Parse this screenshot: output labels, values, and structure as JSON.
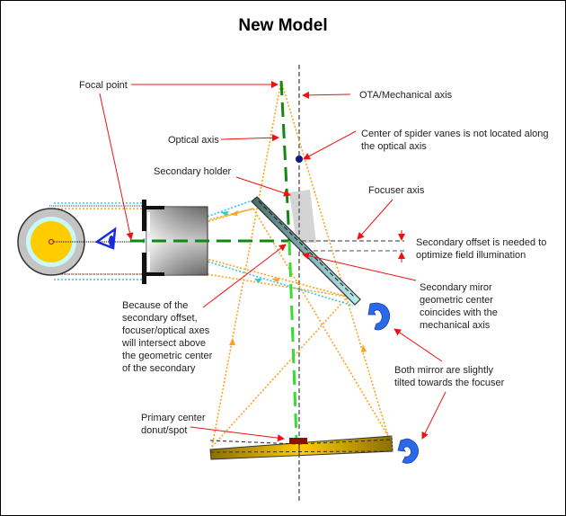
{
  "title": "New Model",
  "labels": {
    "focal_point": "Focal point",
    "ota_axis": "OTA/Mechanical axis",
    "optical_axis": "Optical axis",
    "spider_center": "Center of spider vanes is not located along\nthe optical axis",
    "secondary_holder": "Secondary holder",
    "focuser_axis": "Focuser axis",
    "secondary_offset": "Secondary offset is needed to\noptimize field illumination",
    "secondary_center": "Secondary miror\ngeometric center\ncoincides with the\nmechanical axis",
    "intersect_note": "Because of the\nsecondary offset,\nfocuser/optical axes\nwill intersect above\nthe geometric center\nof the secondary",
    "mirrors_tilted": "Both mirror are slightly\ntilted towards the focuser",
    "primary_center": "Primary center\ndonut/spot"
  },
  "colors": {
    "annotation_arrow": "#ee1111",
    "optical_axis": "#118811",
    "light_ray_orange": "#ffa020",
    "light_ray_cyan": "#33c8dd",
    "mechanical_axis": "#666666",
    "primary_mirror": "#c8a000",
    "rotation_arrow": "#2a6ae8",
    "spider_dot": "#0b1a80"
  }
}
